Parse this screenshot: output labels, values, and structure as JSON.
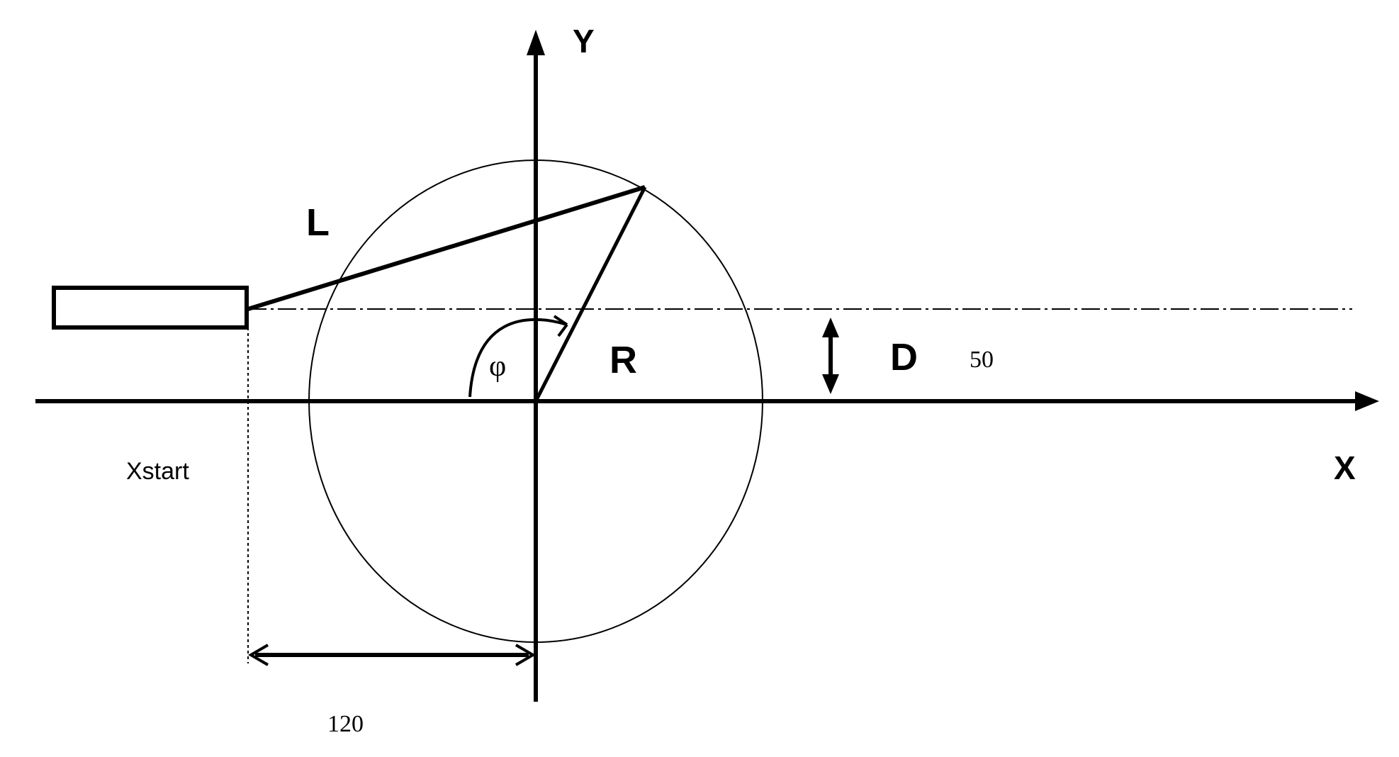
{
  "labels": {
    "y_axis": "Y",
    "x_axis": "X",
    "length": "L",
    "radius": "R",
    "angle": "φ",
    "offset": "D",
    "offset_value": "50",
    "start": "Xstart",
    "distance_value": "120"
  },
  "colors": {
    "ink": "#000000",
    "background": "#ffffff"
  }
}
